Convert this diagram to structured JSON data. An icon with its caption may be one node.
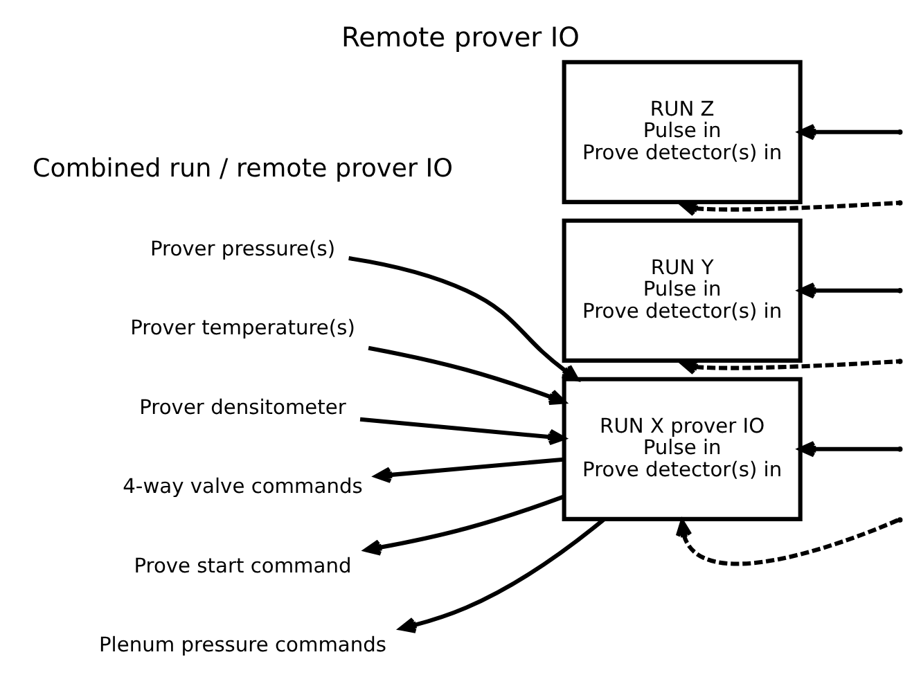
{
  "diagram": {
    "title": "Remote prover IO",
    "nodes": [
      {
        "text": [
          "RUN X prover IO",
          "Pulse in",
          "Prove detector(s) in"
        ]
      },
      {
        "text": [
          "RUN Y",
          "Pulse in",
          "Prove detector(s) in"
        ]
      },
      {
        "text": [
          "RUN Z",
          "Pulse in",
          "Prove detector(s) in"
        ]
      },
      {
        "text": [
          "Prover pressure(s)"
        ]
      },
      {
        "text": [
          "Prover temperature(s)"
        ]
      },
      {
        "text": [
          "Prover densitometer"
        ]
      },
      {
        "text": [
          "4-way valve commands"
        ]
      },
      {
        "text": [
          "Prove start command"
        ]
      },
      {
        "text": [
          "Plenum pressure commands"
        ]
      }
    ],
    "edges": [
      {
        "from": 3,
        "to": 0,
        "arrow": "to"
      },
      {
        "from": 4,
        "to": 0,
        "arrow": "to"
      },
      {
        "from": 5,
        "to": 0,
        "arrow": "to"
      },
      {
        "from": 0,
        "to": 6,
        "arrow": "to"
      },
      {
        "from": 0,
        "to": 7,
        "arrow": "to"
      },
      {
        "from": 0,
        "to": 8,
        "arrow": "to"
      },
      {
        "from": null,
        "to": 0,
        "arrow": "to",
        "style": "dashed"
      },
      {
        "from": null,
        "to": 1,
        "arrow": "to",
        "style": "dashed"
      },
      {
        "from": null,
        "to": 2,
        "arrow": "to",
        "style": "dashed"
      },
      {
        "from": null,
        "to": 0,
        "arrow": "to"
      },
      {
        "from": null,
        "to": 1,
        "arrow": "to"
      },
      {
        "from": null,
        "to": 2,
        "arrow": "to"
      }
    ],
    "labels": [
      "Combined run / remote prover IO"
    ]
  }
}
